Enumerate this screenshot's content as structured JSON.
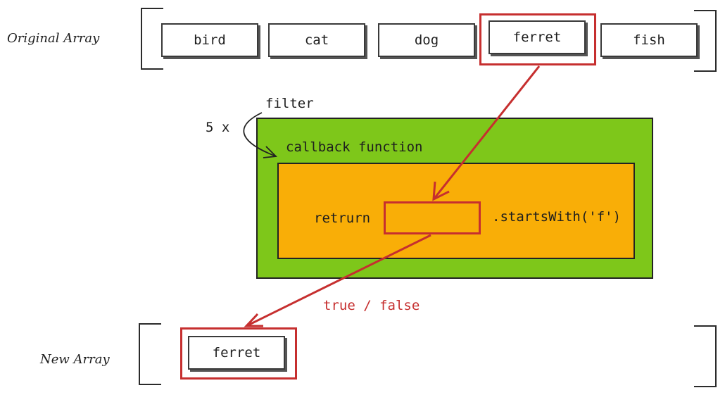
{
  "original_array": {
    "label": "Original Array",
    "items": [
      "bird",
      "cat",
      "dog",
      "ferret",
      "fish"
    ]
  },
  "operation": {
    "filter_label": "filter",
    "repeat_label": "5 x",
    "callback_label": "callback function",
    "return_label": "retrurn",
    "method_label": ".startsWith('f')",
    "result_label": "true / false"
  },
  "new_array": {
    "label": "New Array",
    "items": [
      "ferret"
    ]
  },
  "colors": {
    "callback_fill": "#7ec71a",
    "body_fill": "#f9ae07",
    "highlight": "#c62f2f"
  }
}
